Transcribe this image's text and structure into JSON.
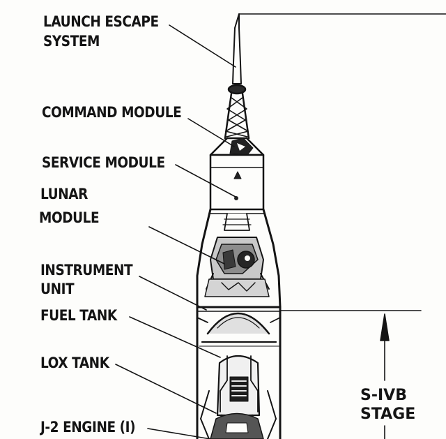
{
  "labels": {
    "launch_escape_line1": "LAUNCH ESCAPE",
    "launch_escape_line2": "SYSTEM",
    "command_module": "COMMAND MODULE",
    "service_module": "SERVICE MODULE",
    "lunar_module_line1": "LUNAR",
    "lunar_module_line2": "MODULE",
    "instrument_unit_line1": "INSTRUMENT",
    "instrument_unit_line2": "UNIT",
    "fuel_tank": "FUEL TANK",
    "lox_tank": "LOX TANK",
    "j2_engine": "J-2 ENGINE (I)",
    "stage_line1": "S-IVB",
    "stage_line2": "STAGE"
  },
  "colors": {
    "ink": "#141414",
    "paper": "#fdfdfb"
  }
}
